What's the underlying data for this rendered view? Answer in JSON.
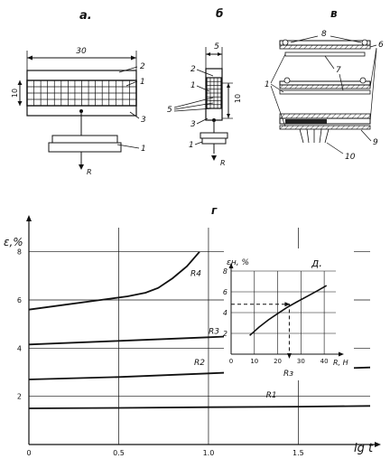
{
  "panels": {
    "a": {
      "letter": "а.",
      "width_label": "30",
      "height_label": "10",
      "callouts": [
        "2",
        "1",
        "3",
        "1"
      ],
      "force_label": "R"
    },
    "b": {
      "letter": "б",
      "width_label": "5",
      "height_label": "10",
      "callouts": [
        "2",
        "1",
        "5",
        "3",
        "1"
      ],
      "force_label": "R"
    },
    "v": {
      "letter": "в",
      "callouts": [
        "8",
        "6",
        "7",
        "1",
        "9",
        "10"
      ]
    }
  },
  "chart_data": [
    {
      "type": "line",
      "panel_letter": "г",
      "ylabel": "ε,%",
      "xlabel": "lg t",
      "xlim": [
        0,
        1.9
      ],
      "ylim": [
        0,
        9
      ],
      "xticks": [
        "0",
        "0.5",
        "1.0",
        "1.5"
      ],
      "yticks": [
        "2",
        "4",
        "6",
        "8"
      ],
      "grid": true,
      "series": [
        {
          "name": "R4",
          "x": [
            0,
            0.2,
            0.4,
            0.55,
            0.65,
            0.72,
            0.8,
            0.88,
            0.95
          ],
          "y": [
            5.6,
            5.8,
            6.0,
            6.15,
            6.3,
            6.5,
            6.9,
            7.4,
            8.0
          ]
        },
        {
          "name": "R3",
          "x": [
            0,
            0.5,
            1.0,
            1.3
          ],
          "y": [
            4.15,
            4.3,
            4.45,
            4.55
          ]
        },
        {
          "name": "R2",
          "x": [
            0,
            0.5,
            1.0,
            1.5,
            1.9
          ],
          "y": [
            2.7,
            2.8,
            2.95,
            3.1,
            3.2
          ]
        },
        {
          "name": "R1",
          "x": [
            0,
            0.5,
            1.0,
            1.5,
            1.9
          ],
          "y": [
            1.5,
            1.52,
            1.55,
            1.57,
            1.6
          ]
        }
      ]
    },
    {
      "type": "line",
      "panel_letter": "д.",
      "ylabel": "εн, %",
      "xlabel": "R, Н",
      "xlim": [
        0,
        45
      ],
      "ylim": [
        0,
        8
      ],
      "xticks": [
        "0",
        "10",
        "20",
        "30",
        "40"
      ],
      "yticks": [
        "2",
        "4",
        "6",
        "8"
      ],
      "grid": true,
      "series": [
        {
          "name": "",
          "x": [
            8,
            12,
            16,
            20,
            24,
            28,
            33,
            37,
            41
          ],
          "y": [
            1.8,
            2.6,
            3.3,
            3.9,
            4.5,
            5.0,
            5.6,
            6.1,
            6.6
          ]
        }
      ],
      "annotation": {
        "label": "Rз",
        "x": 25,
        "y": 4.8
      }
    }
  ]
}
